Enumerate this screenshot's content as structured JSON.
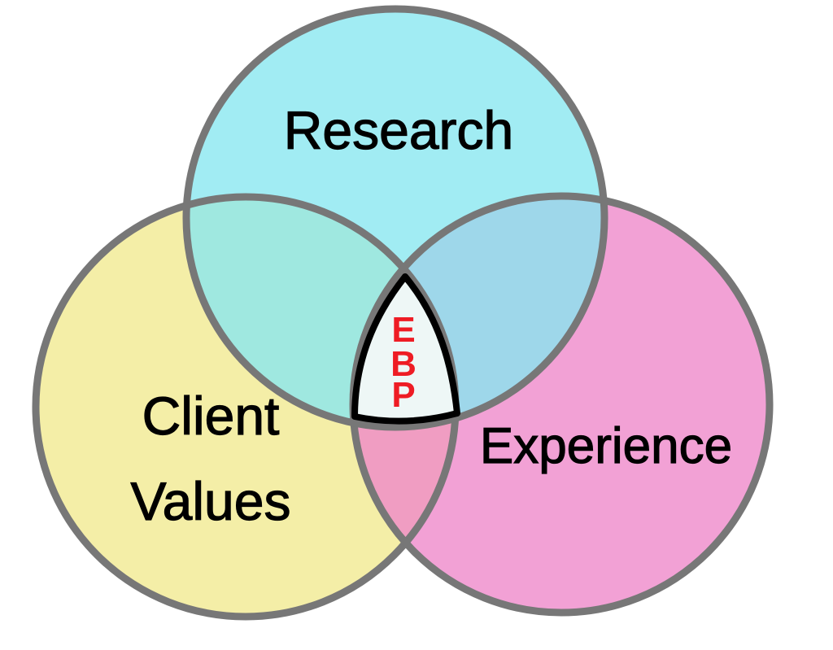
{
  "diagram": {
    "type": "venn",
    "sets": [
      {
        "id": "research",
        "label_lines": [
          "Research"
        ],
        "fill": "#87e7f0"
      },
      {
        "id": "client-values",
        "label_lines": [
          "Client",
          "Values"
        ],
        "fill": "#f1e98e"
      },
      {
        "id": "experience",
        "label_lines": [
          "Experience"
        ],
        "fill": "#ee86c9"
      }
    ],
    "intersection": {
      "label_letters": [
        "E",
        "B",
        "P"
      ],
      "text_color": "#ee1c24",
      "fill": "#eef7f6",
      "stroke": "#000000"
    },
    "circle_stroke": "#777777"
  }
}
